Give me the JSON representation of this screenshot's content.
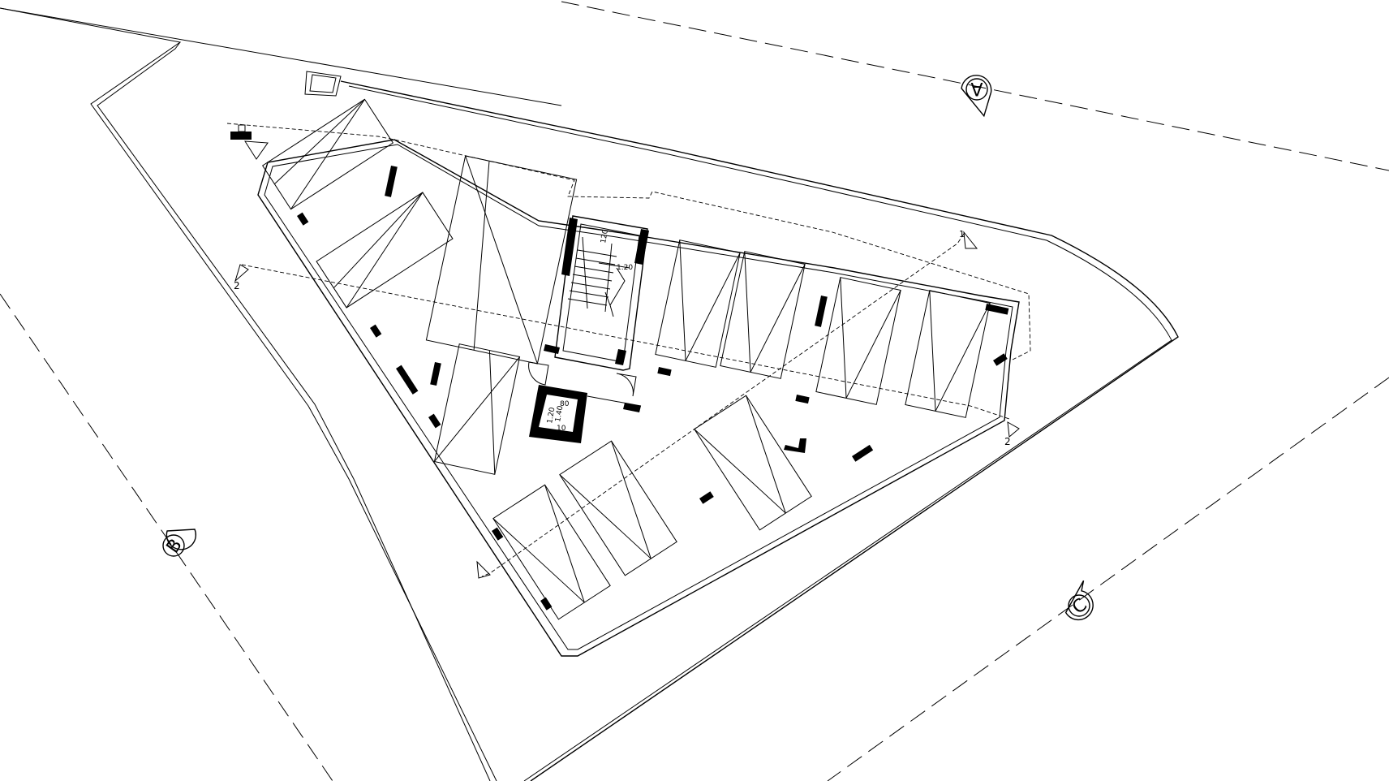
{
  "grid_markers": {
    "a": "A",
    "b": "B",
    "c": "C"
  },
  "section_markers": {
    "s1_top": "1",
    "s2_left": "2",
    "s2_right": "2"
  },
  "dimensions": {
    "stair_width": "120",
    "stair_gap": "1.20",
    "lift_top": "80",
    "lift_side_a": "1.20",
    "lift_side_b": "1.40",
    "lift_bottom": "10"
  }
}
